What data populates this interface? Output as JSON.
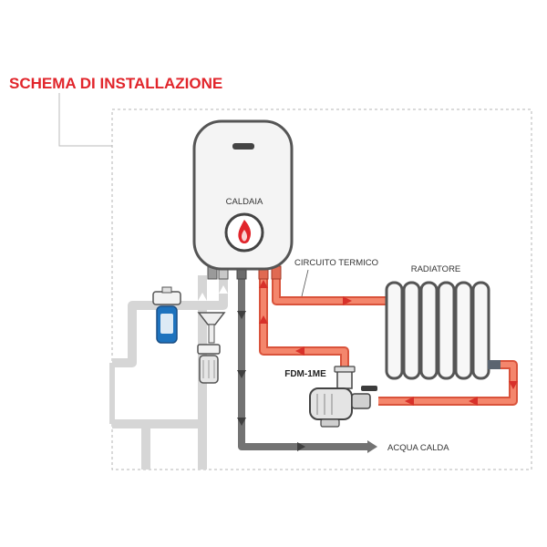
{
  "title": "SCHEMA DI INSTALLAZIONE",
  "labels": {
    "boiler": "CALDAIA",
    "circuit": "CIRCUITO TERMICO",
    "radiator": "RADIATORE",
    "filter": "FDM-1ME",
    "hot_water": "ACQUA CALDA"
  },
  "colors": {
    "title": "#e1252b",
    "heating_circuit": "#ef7b60",
    "hot_water_pipe": "#737373",
    "cold_water_pipe": "#d6d6d6",
    "cartridge_filter": "#1e73be"
  }
}
